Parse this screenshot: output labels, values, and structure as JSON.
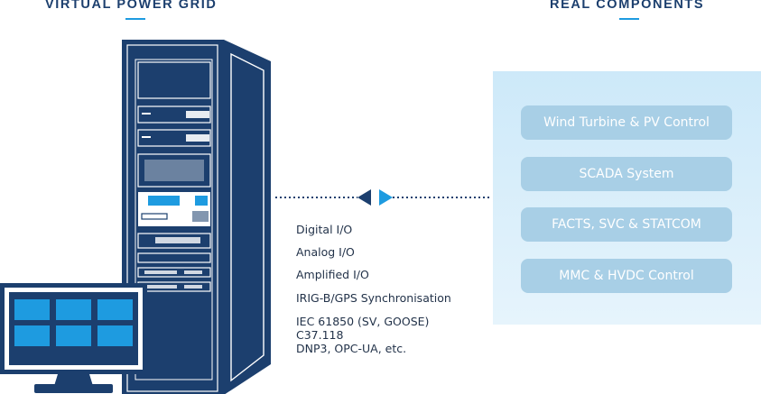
{
  "headings": {
    "left": "VIRTUAL POWER GRID",
    "right": "REAL COMPONENTS"
  },
  "components": [
    {
      "label": "Wind Turbine & PV Control"
    },
    {
      "label": "SCADA System"
    },
    {
      "label": "FACTS, SVC & STATCOM"
    },
    {
      "label": "MMC & HVDC Control"
    }
  ],
  "io_list": {
    "digital": "Digital I/O",
    "analog": "Analog I/O",
    "amplified": "Amplified I/O",
    "irig": "IRIG-B/GPS Synchronisation",
    "protocols_1": "IEC 61850 (SV, GOOSE)",
    "protocols_2": "C37.118",
    "protocols_3": "DNP3, OPC-UA, etc."
  },
  "colors": {
    "navy": "#1c3f6e",
    "accent": "#1e9be0",
    "component_fill": "#a8cfe6",
    "panel_light": "#e6f4fc"
  },
  "icons": [
    "server-rack-icon",
    "monitor-icon",
    "bidirectional-arrow-icon"
  ]
}
